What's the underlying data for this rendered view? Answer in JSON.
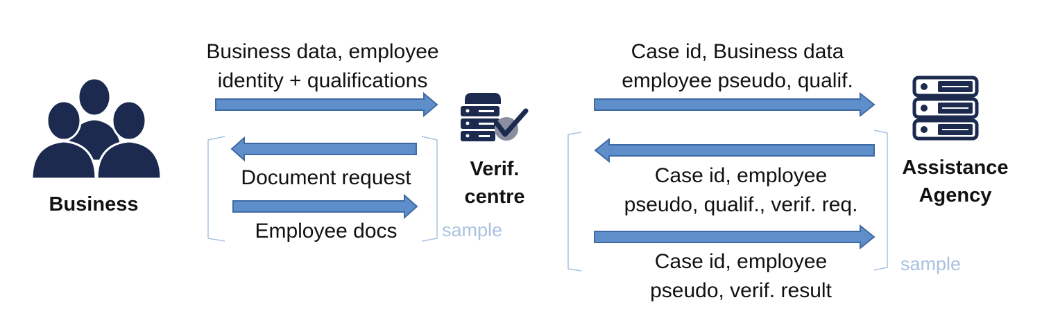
{
  "nodes": {
    "business": {
      "label": "Business"
    },
    "verif_centre": {
      "label_line1": "Verif.",
      "label_line2": "centre"
    },
    "assistance_agency": {
      "label_line1": "Assistance",
      "label_line2": "Agency"
    }
  },
  "flows_left": {
    "business_to_verif_line1": "Business data, employee",
    "business_to_verif_line2": "identity + qualifications",
    "document_request": "Document request",
    "employee_docs": "Employee docs",
    "sample": "sample"
  },
  "flows_right": {
    "verif_to_agency_line1": "Case id, Business data",
    "verif_to_agency_line2": "employee pseudo, qualif.",
    "agency_request_line1": "Case id, employee",
    "agency_request_line2": "pseudo, qualif., verif. req.",
    "verif_result_line1": "Case id, employee",
    "verif_result_line2": "pseudo, verif. result",
    "sample": "sample"
  },
  "colors": {
    "icon_dark": "#1b2a4e",
    "arrow_fill": "#5f8fcb",
    "arrow_stroke": "#3e6aa3",
    "bracket": "#a9c2e0",
    "check_fill": "#8a8fa0"
  },
  "icons": [
    "people-group-icon",
    "server-check-icon",
    "server-icon"
  ]
}
